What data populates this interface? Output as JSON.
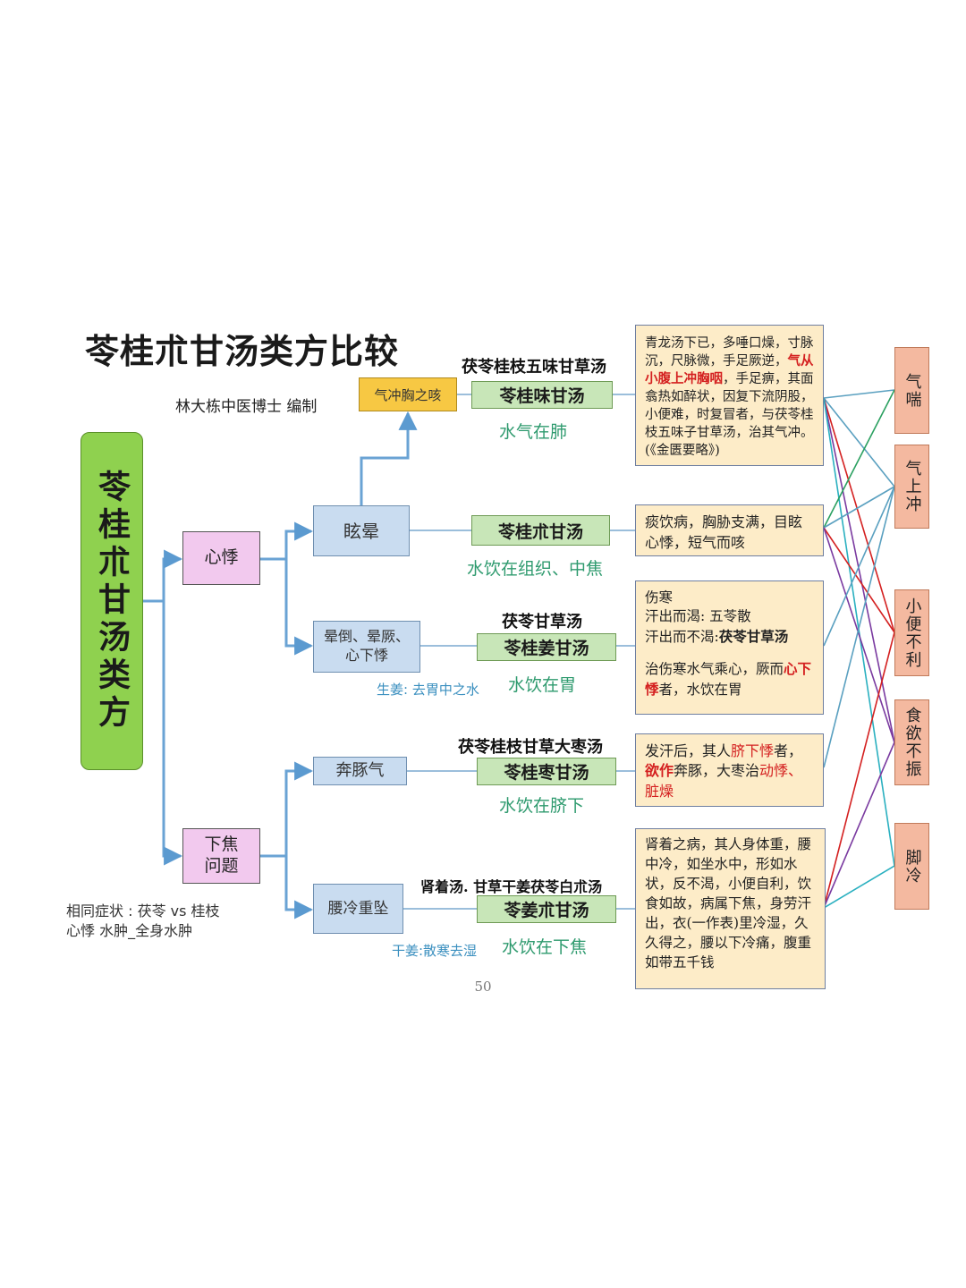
{
  "title": "苓桂朮甘汤类方比较",
  "author": "林大栋中医博士 编制",
  "root_label": "苓桂朮甘汤类方",
  "categories": {
    "palpitation": "心悸",
    "lower_jiao": "下焦问题"
  },
  "sub_symptoms": {
    "cough": "气冲胸之咳",
    "dizziness": "眩晕",
    "fainting": "晕倒、晕厥、心下悸",
    "bentun": "奔豚气",
    "waist": "腰冷重坠"
  },
  "formulas": [
    {
      "alias": "茯苓桂枝五味甘草汤",
      "name": "苓桂味甘汤",
      "cause": "水气在肺"
    },
    {
      "alias": "",
      "name": "苓桂朮甘汤",
      "cause": "水饮在组织、中焦"
    },
    {
      "alias": "茯苓甘草汤",
      "name": "苓桂姜甘汤",
      "cause": "水饮在胃",
      "herb_note": "生姜: 去胃中之水"
    },
    {
      "alias": "茯苓桂枝甘草大枣汤",
      "name": "苓桂枣甘汤",
      "cause": "水饮在脐下"
    },
    {
      "alias": "肾着汤. 甘草干姜茯苓白朮汤",
      "name": "苓姜朮甘汤",
      "cause": "水饮在下焦",
      "herb_note": "干姜:散寒去湿"
    }
  ],
  "descriptions": {
    "d1_a": "青龙汤下已，多唾口燥，寸脉沉，尺脉微，手足厥逆，",
    "d1_red": "气从小腹上冲胸咽",
    "d1_b": "，手足痹，其面翕热如醉状，因复下流阴股，小便难，时复冒者，与茯苓桂枝五味子甘草汤，治其气冲。(《金匮要略》)",
    "d2": "痰饮病，胸胁支满，目眩心悸，短气而咳",
    "d3_l1": "伤寒",
    "d3_l2": "汗出而渴: 五苓散",
    "d3_l3a": "汗出而不渴:",
    "d3_l3b": "茯苓甘草汤",
    "d3_l4a": "治伤寒水气乘心，厥而",
    "d3_l4red": "心下悸",
    "d3_l4b": "者，水饮在胃",
    "d4_a": "发汗后，其人",
    "d4_red1": "脐下悸",
    "d4_b": "者，",
    "d4_red2": "欲作",
    "d4_c": "奔豚，大枣治",
    "d4_red3": "动悸、脏燥",
    "d5": "肾着之病，其人身体重，腰中冷，如坐水中，形如水状，反不渴，小便自利，饮食如故，病属下焦，身劳汗出，衣(一作表)里冷湿，久久得之，腰以下冷痛，腹重如带五千钱"
  },
  "symptoms": [
    "气喘",
    "气上冲",
    "小便不利",
    "食欲不振",
    "脚冷"
  ],
  "note_line1": "相同症状 : 茯苓 vs 桂枝",
  "note_line2": "心悸 水肿_全身水肿",
  "page_number": "50",
  "colors": {
    "root": "#8fd14f",
    "category": "#f2c9ee",
    "symptom_box": "#c9dcf0",
    "cough_box": "#f7c843",
    "formula_box": "#c8e6b8",
    "description_box": "#fdecc8",
    "symptom_tag": "#f4b9a0",
    "cause_text": "#2e9a6e",
    "herb_text": "#3a8fbf",
    "highlight": "#d42020"
  },
  "links": [
    {
      "from": 0,
      "to": 0,
      "color": "#5aa0c0"
    },
    {
      "from": 0,
      "to": 1,
      "color": "#5aa0c0"
    },
    {
      "from": 0,
      "to": 2,
      "color": "#d42020"
    },
    {
      "from": 0,
      "to": 3,
      "color": "#7a3aa0"
    },
    {
      "from": 0,
      "to": 4,
      "color": "#2ab0c0"
    },
    {
      "from": 1,
      "to": 0,
      "color": "#2aa060"
    },
    {
      "from": 1,
      "to": 1,
      "color": "#5aa0c0"
    },
    {
      "from": 1,
      "to": 2,
      "color": "#d42020"
    },
    {
      "from": 1,
      "to": 3,
      "color": "#7a3aa0"
    },
    {
      "from": 2,
      "to": 1,
      "color": "#5aa0c0"
    },
    {
      "from": 3,
      "to": 1,
      "color": "#5aa0c0"
    },
    {
      "from": 4,
      "to": 2,
      "color": "#d42020"
    },
    {
      "from": 4,
      "to": 3,
      "color": "#7a3aa0"
    },
    {
      "from": 4,
      "to": 4,
      "color": "#2ab0c0"
    }
  ]
}
